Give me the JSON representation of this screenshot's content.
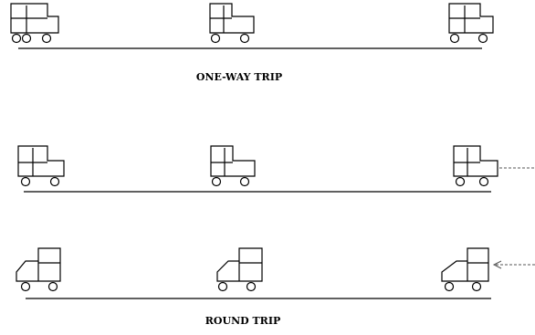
{
  "labels": {
    "one_way": "ONE-WAY TRIP",
    "round_trip": "ROUND TRIP"
  },
  "icons": {
    "vehicle": "truck-icon",
    "arrow": "dashed-arrow-icon"
  },
  "rows": [
    {
      "name": "one-way",
      "vehicles": 3,
      "direction": "right",
      "arrow": "none"
    },
    {
      "name": "round-trip-outbound",
      "vehicles": 3,
      "direction": "right",
      "arrow": "outgoing"
    },
    {
      "name": "round-trip-return",
      "vehicles": 3,
      "direction": "left",
      "arrow": "incoming"
    }
  ],
  "colors": {
    "stroke": "#000000",
    "background": "#ffffff",
    "arrow": "#555555"
  }
}
